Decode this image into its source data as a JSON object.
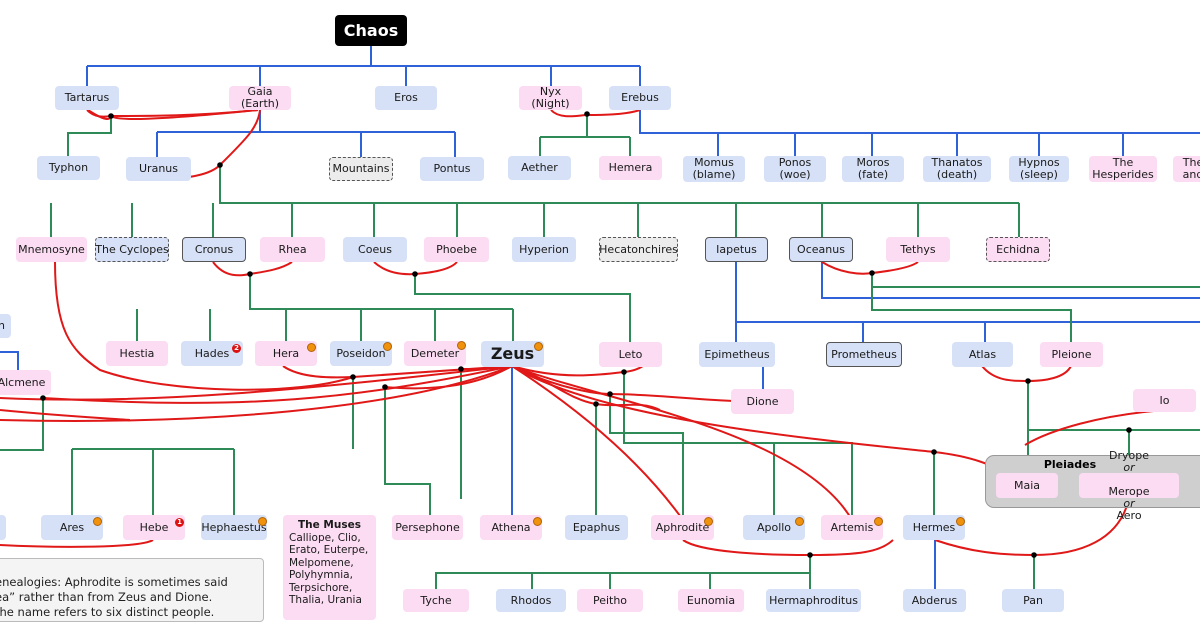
{
  "nodes": {
    "chaos": "Chaos",
    "tartarus": "Tartarus",
    "gaia": "Gaia\n(Earth)",
    "eros": "Eros",
    "nyx": "Nyx\n(Night)",
    "erebus": "Erebus",
    "typhon": "Typhon",
    "uranus": "Uranus",
    "mountains": "Mountains",
    "pontus": "Pontus",
    "aether": "Aether",
    "hemera": "Hemera",
    "momus": "Momus\n(blame)",
    "ponos": "Ponos\n(woe)",
    "moros": "Moros\n(fate)",
    "thanatos": "Thanatos\n(death)",
    "hypnos": "Hypnos\n(sleep)",
    "hesperides": "The\nHesperides",
    "the_and": "The\nand",
    "mnemosyne": "Mnemosyne",
    "cyclopes": "The Cyclopes",
    "cronus": "Cronus",
    "rhea": "Rhea",
    "coeus": "Coeus",
    "phoebe": "Phoebe",
    "hyperion": "Hyperion",
    "hecatonchires": "Hecatonchires",
    "iapetus": "Iapetus",
    "oceanus": "Oceanus",
    "tethys": "Tethys",
    "echidna": "Echidna",
    "edge_n": "n",
    "hestia": "Hestia",
    "hades": "Hades",
    "hera": "Hera",
    "poseidon": "Poseidon",
    "demeter": "Demeter",
    "zeus": "Zeus",
    "leto": "Leto",
    "epimetheus": "Epimetheus",
    "prometheus": "Prometheus",
    "atlas": "Atlas",
    "pleione": "Pleione",
    "alcmene": "Alcmene",
    "dione": "Dione",
    "io": "Io",
    "pleiades_title": "Pleiades",
    "maia": "Maia",
    "dryope": "Dryope or\nMerope or Aero",
    "ares": "Ares",
    "hebe": "Hebe",
    "hephaestus": "Hephaestus",
    "persephone": "Persephone",
    "athena": "Athena",
    "epaphus": "Epaphus",
    "aphrodite": "Aphrodite",
    "apollo": "Apollo",
    "artemis": "Artemis",
    "hermes": "Hermes",
    "tyche": "Tyche",
    "rhodos": "Rhodos",
    "peitho": "Peitho",
    "eunomia": "Eunomia",
    "hermaphroditus": "Hermaphroditus",
    "abderus": "Abderus",
    "pan": "Pan"
  },
  "badges": {
    "hades": "2",
    "hebe": "1"
  },
  "muses": {
    "title": "The Muses",
    "text": "Calliope, Clio,\nErato, Euterpe,\nMelpomene,\nPolyhymnia,\nTerpsichore,\nThalia, Urania"
  },
  "note": {
    "text": "enealogies: Aphrodite is sometimes said\nea” rather than from Zeus and Dione.\n the name refers to six distinct people."
  },
  "colors": {
    "female": "#fcdcf3",
    "male": "#d6e1f7",
    "descent_blue": "#2f62d8",
    "descent_green": "#2e8b57",
    "marriage_red": "#e01818",
    "accent_dot": "#f0920c"
  }
}
